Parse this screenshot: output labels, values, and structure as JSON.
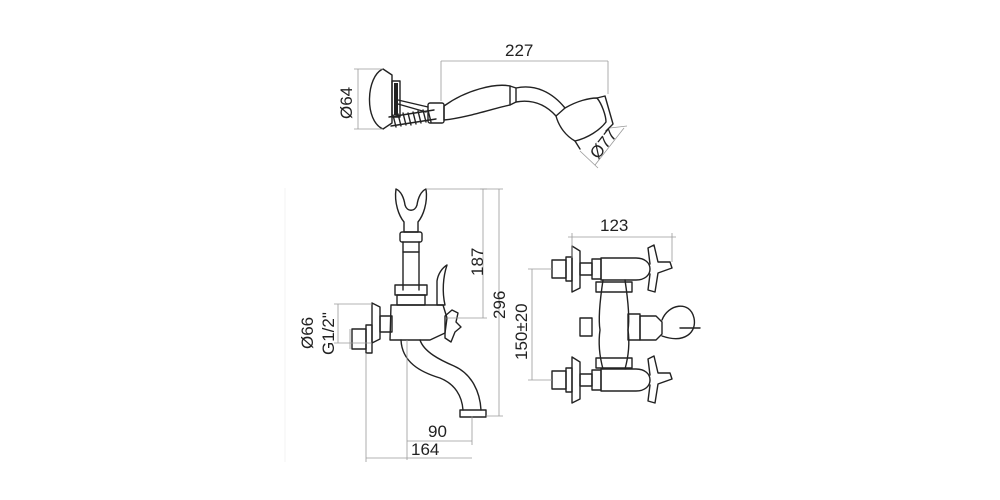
{
  "dimensions": {
    "shower_length": "227",
    "shower_holder_dia": "Ø64",
    "shower_head_dia": "Ø77",
    "plate_dia": "Ø66",
    "thread": "G1/2\"",
    "height_hook": "187",
    "height_total": "296",
    "spout_reach": "90",
    "depth_total": "164",
    "width": "123",
    "centers": "150±20"
  }
}
